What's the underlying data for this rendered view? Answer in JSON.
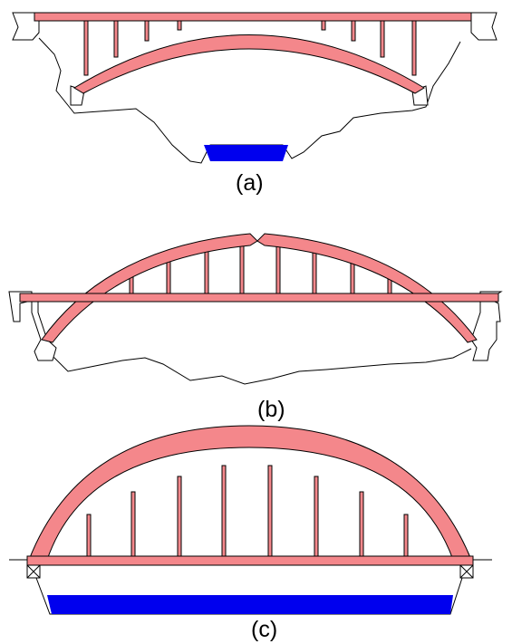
{
  "figure": {
    "panels": [
      {
        "id": "a",
        "label": "(a)"
      },
      {
        "id": "b",
        "label": "(b)"
      },
      {
        "id": "c",
        "label": "(c)"
      }
    ]
  },
  "colors": {
    "structure_fill": "#f4878b",
    "structure_stroke": "#000000",
    "water": "#0000ee",
    "background": "#ffffff"
  }
}
